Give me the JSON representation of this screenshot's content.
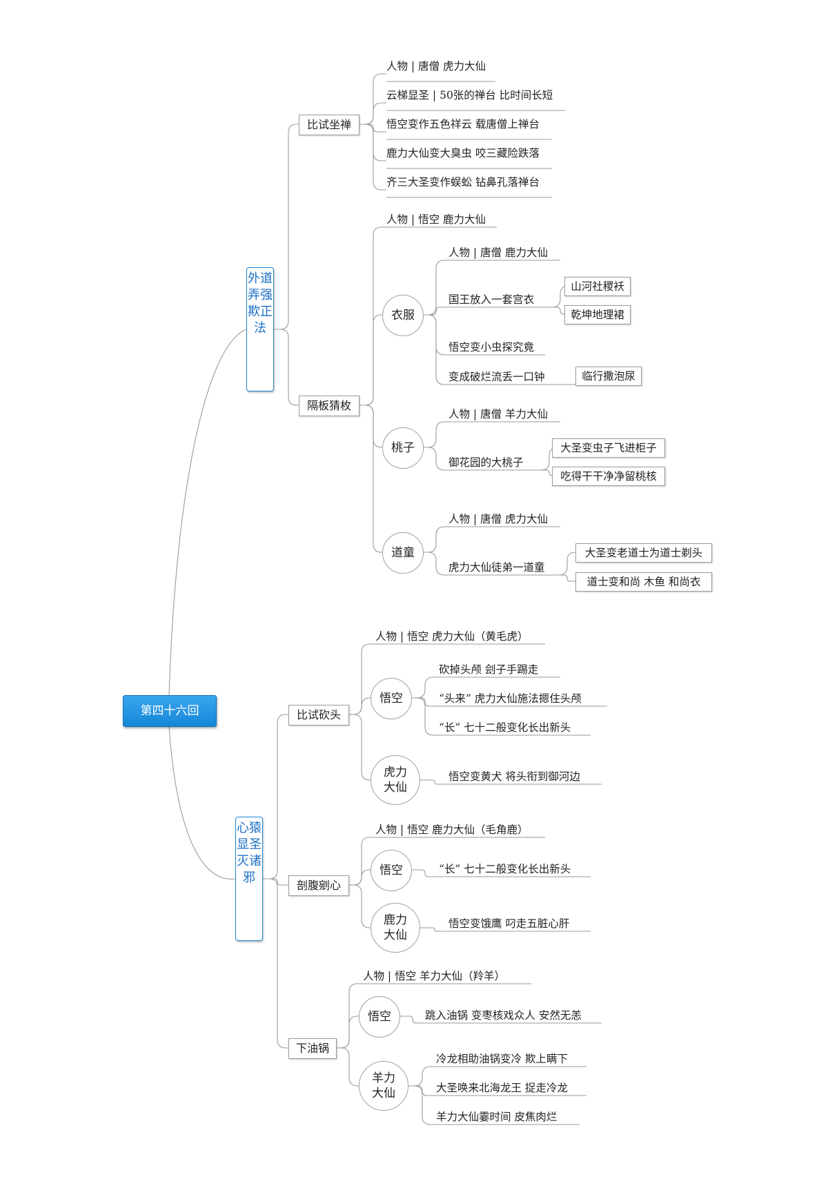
{
  "root": "第四十六回",
  "sections": {
    "a": {
      "title": "外道弄强欺正法",
      "a1": {
        "label": "比试坐禅",
        "l1": "人物 | 唐僧 虎力大仙",
        "l2": "云梯显圣 | 50张的禅台 比时间长短",
        "l3": "悟空变作五色祥云 载唐僧上禅台",
        "l4": "鹿力大仙变大臭虫 咬三藏险跌落",
        "l5": "齐三大圣变作蜈蚣 钻鼻孔落禅台"
      },
      "a2": {
        "label": "隔板猜枚",
        "people": "人物 | 悟空 鹿力大仙",
        "clothes": {
          "label": "衣服",
          "l1": "人物 | 唐僧 鹿力大仙",
          "l2": "国王放入一套宫衣",
          "l2a": "山河社稷袄",
          "l2b": "乾坤地理裙",
          "l3": "悟空变小虫探究竟",
          "l4": "变成破烂流丢一口钟",
          "l4a": "临行撒泡尿"
        },
        "peach": {
          "label": "桃子",
          "l1": "人物 | 唐僧 羊力大仙",
          "l2": "御花园的大桃子",
          "l2a": "大圣变虫子飞进柜子",
          "l2b": "吃得干干净净留桃核"
        },
        "taoist": {
          "label": "道童",
          "l1": "人物 | 唐僧 虎力大仙",
          "l2": "虎力大仙徒弟一道童",
          "l2a": "大圣变老道士为道士剃头",
          "l2b": "道士变和尚 木鱼 和尚衣"
        }
      }
    },
    "b": {
      "title": "心猿显圣灭诸邪",
      "b1": {
        "label": "比试砍头",
        "people": "人物 | 悟空 虎力大仙（黄毛虎）",
        "wukong": {
          "label": "悟空",
          "l1": "砍掉头颅 刽子手踢走",
          "l2": "“头来” 虎力大仙施法摁住头颅",
          "l3": "“长” 七十二般变化长出新头"
        },
        "huli": {
          "label": "虎力大仙",
          "l1": "悟空变黄犬 将头衔到御河边"
        }
      },
      "b2": {
        "label": "剖腹剜心",
        "people": "人物 | 悟空 鹿力大仙（毛角鹿）",
        "wukong": {
          "label": "悟空",
          "l1": "“长” 七十二般变化长出新头"
        },
        "luli": {
          "label": "鹿力大仙",
          "l1": "悟空变饿鹰 叼走五脏心肝"
        }
      },
      "b3": {
        "label": "下油锅",
        "people": "人物 | 悟空 羊力大仙（羚羊）",
        "wukong": {
          "label": "悟空",
          "l1": "跳入油锅 变枣核戏众人 安然无恙"
        },
        "yangli": {
          "label": "羊力大仙",
          "l1": "冷龙相助油锅变冷 欺上瞒下",
          "l2": "大圣唤来北海龙王 捉走冷龙",
          "l3": "羊力大仙霎时间 皮焦肉烂"
        }
      }
    }
  },
  "colors": {
    "accent": "#1d86d6",
    "line": "#9a9a9a"
  }
}
